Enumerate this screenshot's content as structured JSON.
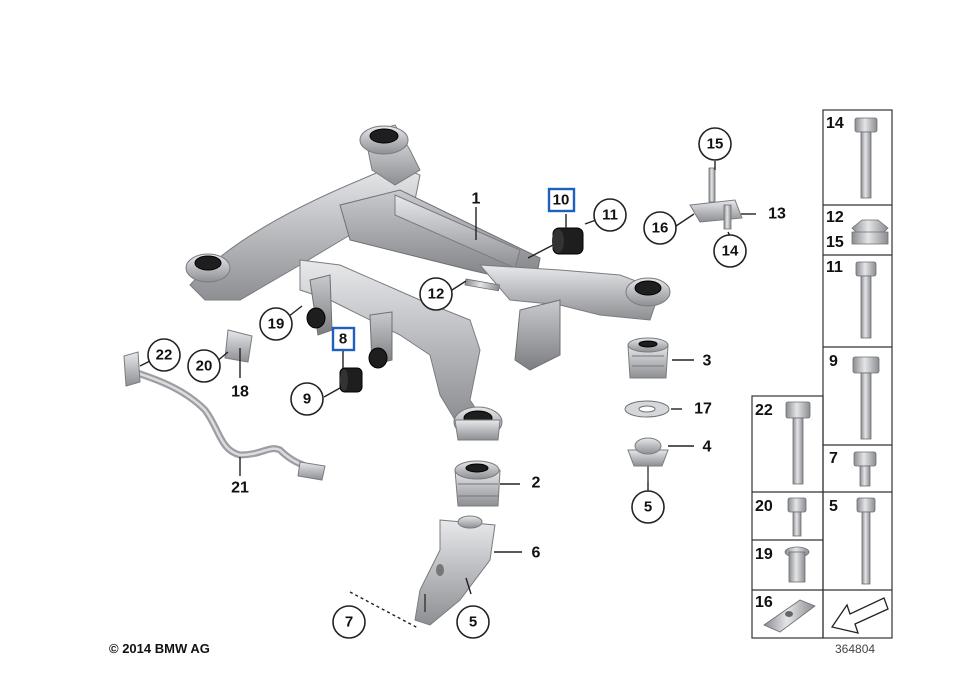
{
  "callouts": {
    "c1": "1",
    "c2": "2",
    "c3": "3",
    "c4": "4",
    "c5a": "5",
    "c5b": "5",
    "c6": "6",
    "c7": "7",
    "c8": "8",
    "c9": "9",
    "c10": "10",
    "c11": "11",
    "c12": "12",
    "c13": "13",
    "c14": "14",
    "c15": "15",
    "c16": "16",
    "c17": "17",
    "c18": "18",
    "c19": "19",
    "c20": "20",
    "c21": "21",
    "c22": "22"
  },
  "panel": {
    "p14": "14",
    "p12": "12",
    "p15": "15",
    "p11": "11",
    "p9": "9",
    "p22": "22",
    "p7": "7",
    "p20": "20",
    "p5": "5",
    "p19": "19",
    "p16": "16"
  },
  "footer": {
    "copyright": "© 2014 BMW AG",
    "diagram_id": "364804"
  }
}
